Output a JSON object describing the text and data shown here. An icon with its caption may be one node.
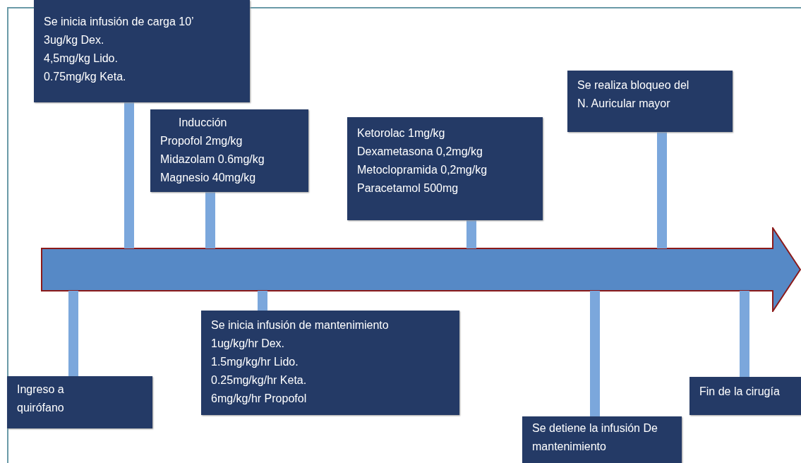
{
  "diagram": {
    "nodes": [
      {
        "text": [
          "Se inicia infusión de carga 10’",
          "3ug/kg Dex.",
          "4,5mg/kg  Lido.",
          "0.75mg/kg  Keta."
        ]
      },
      {
        "text": [
          "Inducción",
          "Propofol 2mg/kg",
          "Midazolam 0.6mg/kg",
          "Magnesio 40mg/kg"
        ]
      },
      {
        "text": [
          "Ketorolac 1mg/kg",
          "Dexametasona  0,2mg/kg",
          "Metoclopramida  0,2mg/kg",
          "Paracetamol 500mg"
        ]
      },
      {
        "text": [
          "Se realiza bloqueo del N. Auricular  mayor"
        ]
      },
      {
        "text": [],
        "shape": "arrow"
      },
      {
        "text": [
          "Ingreso a quirófano"
        ]
      },
      {
        "text": [
          "Se inicia infusión de mantenimiento",
          "1ug/kg/hr Dex.",
          "1.5mg/kg/hr Lido.",
          "0.25mg/kg/hr Keta.",
          "6mg/kg/hr Propofol"
        ]
      },
      {
        "text": [
          "Se detiene la infusión De mantenimiento"
        ]
      },
      {
        "text": [
          "Fin de la cirugía"
        ]
      }
    ],
    "edges": [
      {
        "from": 0,
        "to": 4,
        "arrow": "none"
      },
      {
        "from": 1,
        "to": 4,
        "arrow": "none"
      },
      {
        "from": 2,
        "to": 4,
        "arrow": "none"
      },
      {
        "from": 3,
        "to": 4,
        "arrow": "none"
      },
      {
        "from": 5,
        "to": 4,
        "arrow": "none"
      },
      {
        "from": 6,
        "to": 4,
        "arrow": "none"
      },
      {
        "from": 7,
        "to": 4,
        "arrow": "none"
      },
      {
        "from": 8,
        "to": 4,
        "arrow": "none"
      }
    ]
  }
}
